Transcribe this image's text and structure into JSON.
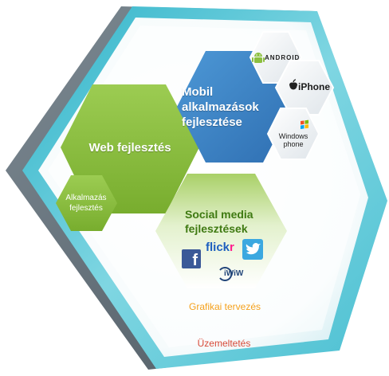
{
  "colors": {
    "outer_frame": "#5e6a73",
    "cyan": "#57c6d7",
    "web": "#8cbf3f",
    "mobile": "#3d86c8",
    "social": "#b6d882",
    "graphic_text": "#f5a11c",
    "ops_text": "#d84a38",
    "facebook": "#3b5998",
    "twitter": "#3ba8e0"
  },
  "hexagons": {
    "web": {
      "label": "Web fejlesztés"
    },
    "mobile": {
      "label_lines": [
        "Mobil",
        "alkalmazások",
        "fejlesztése"
      ]
    },
    "app": {
      "label_lines": [
        "Alkalmazás",
        "fejlesztés"
      ]
    },
    "social": {
      "label_lines": [
        "Social media",
        "fejlesztések"
      ]
    }
  },
  "platforms": {
    "android": {
      "text": "ANDROID",
      "icon": "android-icon"
    },
    "iphone": {
      "text": "iPhone",
      "icon": "apple-icon"
    },
    "windows": {
      "lines": [
        "Windows",
        "phone"
      ],
      "icon": "windows-flag-icon"
    }
  },
  "social_logos": {
    "facebook": {
      "text": "f",
      "icon": "facebook-icon"
    },
    "flickr": {
      "main": "flick",
      "accent": "r",
      "icon": "flickr-icon"
    },
    "twitter": {
      "icon": "twitter-bird-icon"
    },
    "iww": {
      "text": "iWiW",
      "icon": "iwiw-icon"
    }
  },
  "layers": {
    "graphic": "Grafikai tervezés",
    "operations": "Üzemeltetés"
  }
}
